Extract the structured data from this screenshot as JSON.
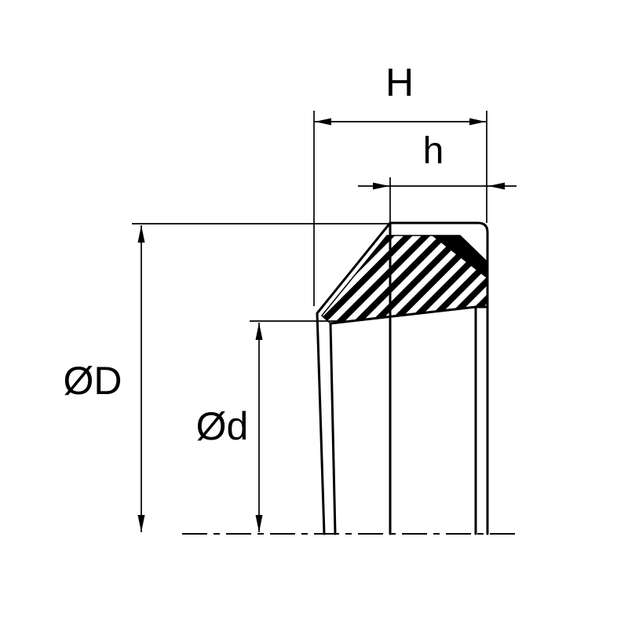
{
  "drawing": {
    "background_color": "#ffffff",
    "line_color": "#000000",
    "labels": {
      "total_width": "H",
      "lip_width": "h",
      "outer_diameter": "ØD",
      "inner_diameter": "Ød"
    }
  }
}
